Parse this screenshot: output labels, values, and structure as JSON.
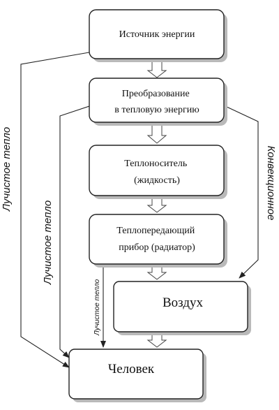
{
  "nodes": {
    "source": {
      "lines": [
        "Источник энергии"
      ]
    },
    "conversion": {
      "lines": [
        "Преобразование",
        "в тепловую энергию"
      ]
    },
    "carrier": {
      "lines": [
        "Теплоноситель",
        "(жидкость)"
      ]
    },
    "radiator": {
      "lines": [
        "Теплопередающий",
        "прибор (радиатор)"
      ]
    },
    "air": {
      "lines": [
        "Воздух"
      ]
    },
    "human": {
      "lines": [
        "Человек"
      ]
    }
  },
  "edges": {
    "radiant_outer": "Лучистое тепло",
    "radiant_middle": "Лучистое тепло",
    "radiant_inner": "Лучистое тепло",
    "convective": "Конвекционное"
  }
}
